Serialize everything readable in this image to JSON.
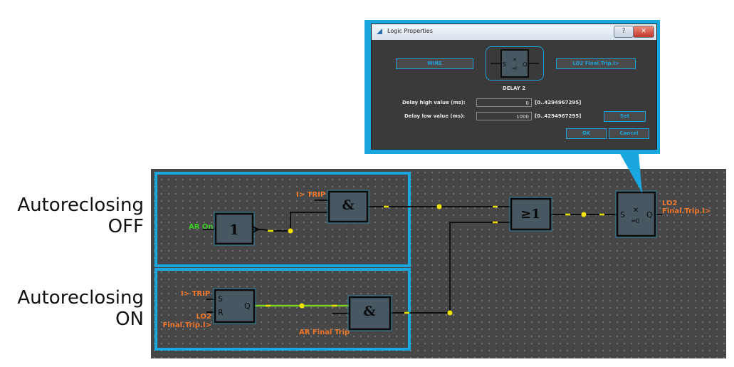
{
  "side_labels": {
    "off": [
      "Autoreclosing",
      "OFF"
    ],
    "on": [
      "Autoreclosing",
      "ON"
    ]
  },
  "colors": {
    "canvas": "#474747",
    "highlight_border": "#1aa6de",
    "signal_label": "#f0782d",
    "active_signal_label": "#3ecf2b",
    "active_wire": "#7ed320",
    "node": "#f5e400"
  },
  "diagram": {
    "top_group": {
      "and_input_label": "I> TRIP",
      "not_input_label": "AR On",
      "not_symbol": "1",
      "and_symbol": "&"
    },
    "bottom_group": {
      "sr_set_label": "I> TRIP",
      "sr_reset_label_line1": "LO2",
      "sr_reset_label_line2": "Final.Trip.I>",
      "sr_pin_s": "S",
      "sr_pin_r": "R",
      "sr_pin_q": "Q",
      "and_symbol": "&",
      "and_input_label": "AR Final Trip"
    },
    "or_symbol": "≥1",
    "delay_block": {
      "pin_s": "S",
      "pin_q": "Q",
      "center_top": "✕",
      "center_bottom": "═0",
      "output_label_line1": "LO2",
      "output_label_line2": "Final.Trip.I>"
    }
  },
  "dialog": {
    "title": "Logic Properties",
    "help_button": "?",
    "close_button": "✕",
    "input_button": "WIRE",
    "output_button": "LO2 Final.Trip.I>",
    "preview": {
      "pin_s": "S",
      "pin_q": "Q",
      "center_top": "✕",
      "center_bottom": "═0"
    },
    "block_name": "DELAY 2",
    "delay_high_label": "Delay high value (ms):",
    "delay_high_value": "0",
    "delay_high_range": "[0..4294967295]",
    "delay_low_label": "Delay low value (ms):",
    "delay_low_value": "1000",
    "delay_low_range": "[0..4294967295]",
    "set_button": "Set",
    "ok_button": "OK",
    "cancel_button": "Cancel"
  }
}
